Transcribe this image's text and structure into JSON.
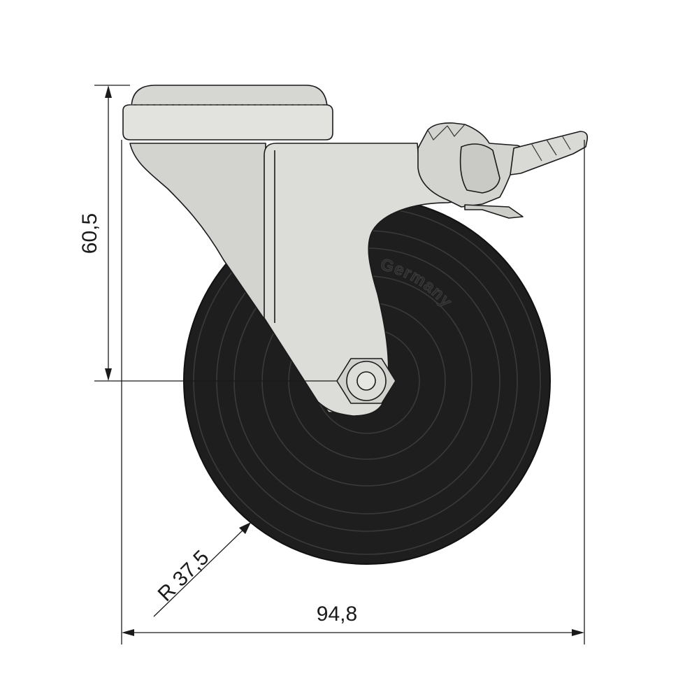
{
  "drawing": {
    "dimensions": {
      "height": "60,5",
      "radius": "R 37,5",
      "width": "94,8"
    },
    "wheel_marking": "Germany",
    "colors": {
      "tire": "#1e1e1e",
      "housing": "#dcdcd9",
      "lines": "#1a1a1a"
    }
  }
}
